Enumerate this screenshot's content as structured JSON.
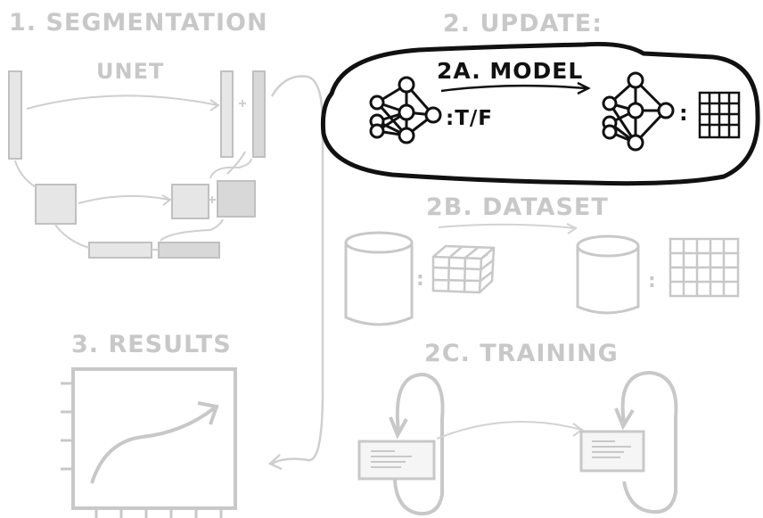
{
  "sections": {
    "segmentation": {
      "title": "1. SEGMENTATION",
      "subtitle": "UNET"
    },
    "update": {
      "title": "2. UPDATE:"
    },
    "model": {
      "title": "2A. MODEL",
      "label": ":T/F",
      "separator": ":"
    },
    "dataset": {
      "title": "2B. DATASET",
      "separator_left": ":",
      "separator_right": ":"
    },
    "results": {
      "title": "3. RESULTS"
    },
    "training": {
      "title": "2C. TRAINING"
    }
  },
  "colors": {
    "faded": "#c8c8c8",
    "faded_fill": "#e6e6e6",
    "ink": "#111111"
  }
}
